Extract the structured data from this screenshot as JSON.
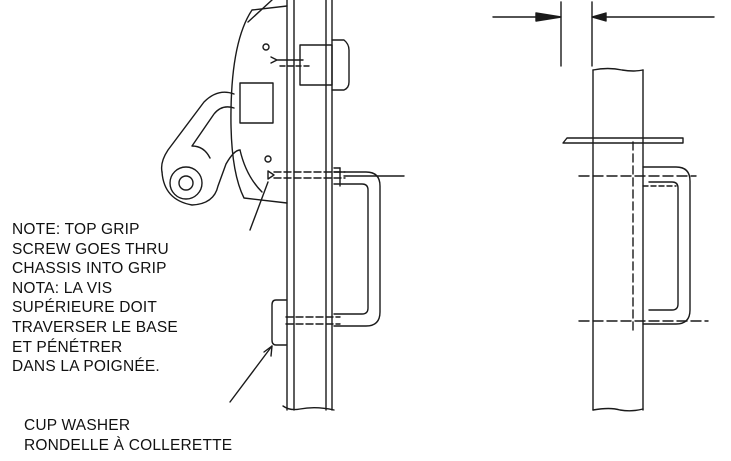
{
  "labels": {
    "note_en": [
      "NOTE: TOP GRIP",
      "SCREW GOES THRU",
      "CHASSIS INTO GRIP"
    ],
    "note_fr": [
      "NOTA: LA VIS",
      "SUPÉRIEURE DOIT",
      "TRAVERSER LE BASE",
      "ET PÉNÉTRER",
      "DANS LA POIGNÉE."
    ],
    "washer": [
      "CUP WASHER",
      "RONDELLE À COLLERETTE"
    ]
  },
  "colors": {
    "line": "#1a1a1a",
    "background": "#ffffff"
  }
}
